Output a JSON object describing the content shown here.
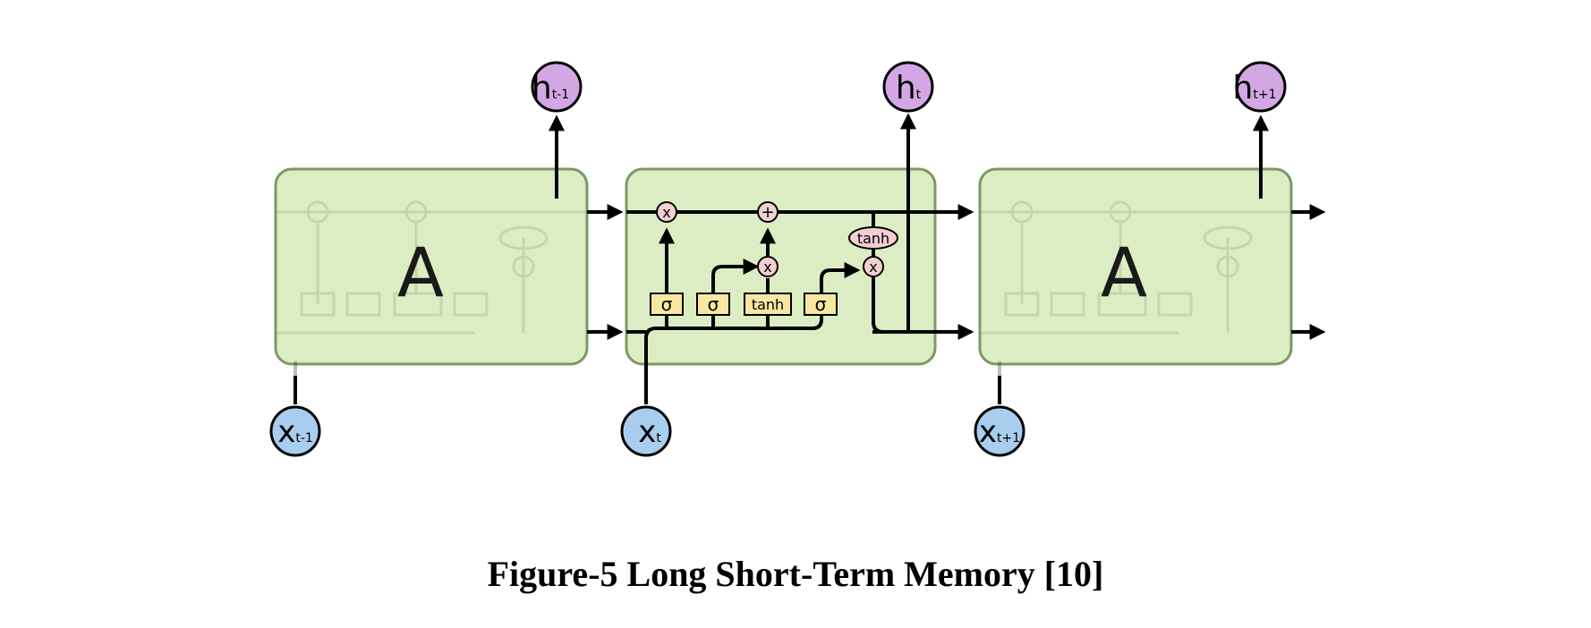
{
  "figure": {
    "caption": "Figure-5 Long Short-Term Memory [10]"
  },
  "cells": {
    "left_label": "A",
    "right_label": "A"
  },
  "outputs": [
    {
      "base": "h",
      "sub": "t-1"
    },
    {
      "base": "h",
      "sub": "t"
    },
    {
      "base": "h",
      "sub": "t+1"
    }
  ],
  "inputs": [
    {
      "base": "x",
      "sub": "t-1"
    },
    {
      "base": "x",
      "sub": "t"
    },
    {
      "base": "x",
      "sub": "t+1"
    }
  ],
  "gates": {
    "forget": "σ",
    "input": "σ",
    "candidate": "tanh",
    "output": "σ",
    "cell_tanh": "tanh"
  },
  "ops": {
    "multiply": "x",
    "add": "+"
  },
  "colors": {
    "cell_fill": "#dcedc4",
    "cell_stroke": "#7e9864",
    "gate_fill": "#f8e7a2",
    "op_fill": "#f2cfd2",
    "output_fill": "#d3a7e4",
    "input_fill": "#a9cdee",
    "line": "#000000"
  }
}
